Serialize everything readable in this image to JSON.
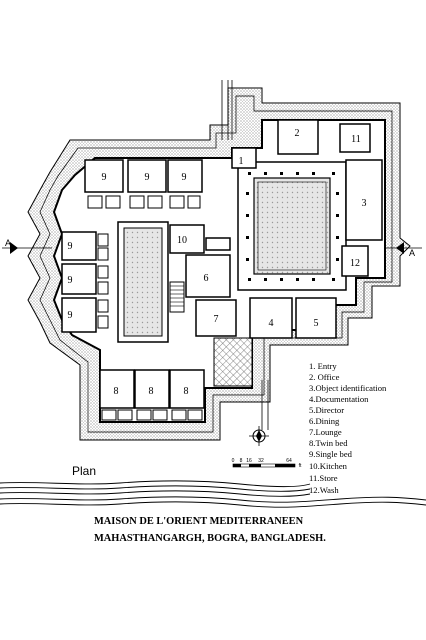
{
  "rooms": [
    {
      "num": "1"
    },
    {
      "num": "2"
    },
    {
      "num": "3"
    },
    {
      "num": "4"
    },
    {
      "num": "5"
    },
    {
      "num": "6"
    },
    {
      "num": "7"
    },
    {
      "num": "8"
    },
    {
      "num": "9"
    },
    {
      "num": "10"
    },
    {
      "num": "11"
    },
    {
      "num": "12"
    }
  ],
  "legend": [
    "1. Entry",
    "2. Office",
    "3.Object identification",
    "4.Documentation",
    "5.Director",
    "6.Dining",
    "7.Lounge",
    "8.Twin bed",
    "9.Single bed",
    "10.Kitchen",
    "11.Store",
    "12.Wash"
  ],
  "scale_labels": [
    "0",
    "8",
    "16",
    "32",
    "64"
  ],
  "scale_unit": "ft",
  "section_marker": "A",
  "plan_label": "Plan",
  "caption": {
    "line1": "MAISON DE L'ORIENT MEDITERRANEEN",
    "line2": "MAHASTHANGARGH, BOGRA, BANGLADESH."
  },
  "colors": {
    "ink": "#000000",
    "paper": "#ffffff",
    "hatch": "#777777"
  }
}
